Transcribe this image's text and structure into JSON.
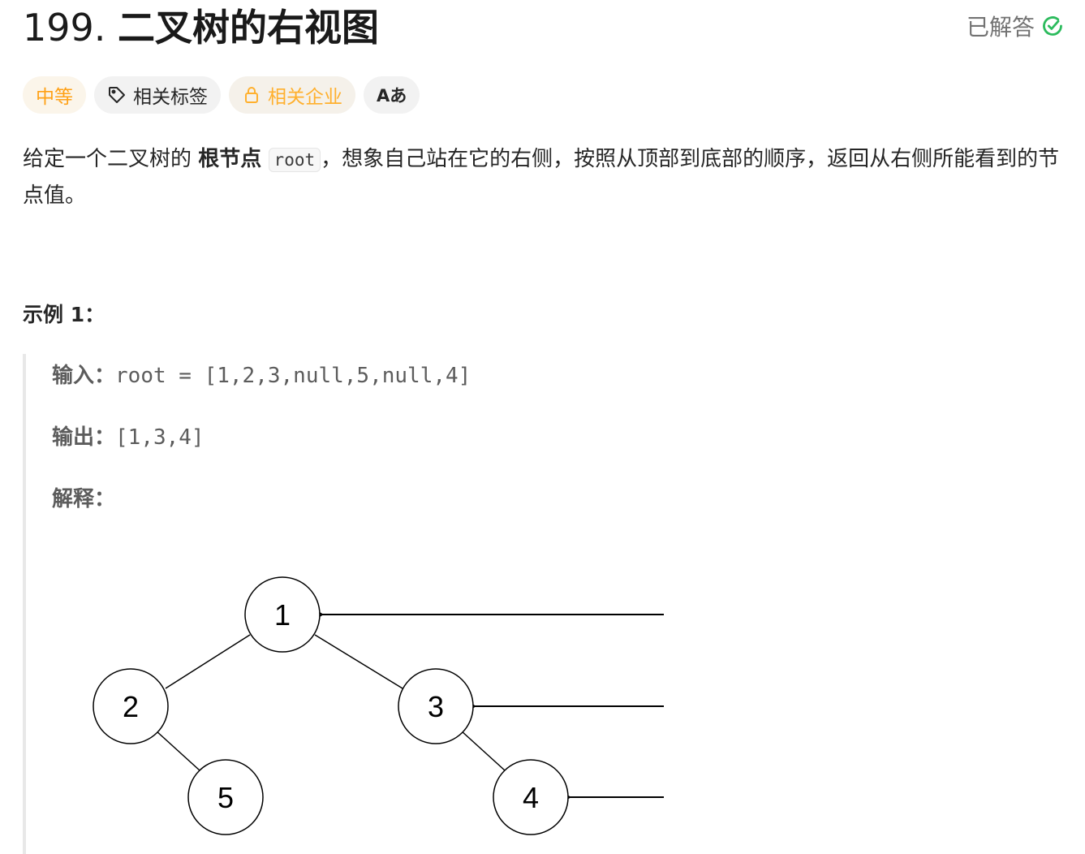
{
  "problem": {
    "number": "199.",
    "name": "二叉树的右视图",
    "status": "已解答"
  },
  "tags": {
    "difficulty": "中等",
    "related_tags": "相关标签",
    "related_companies": "相关企业",
    "translate": "Aあ"
  },
  "description": {
    "part1": "给定一个二叉树的 ",
    "bold": "根节点",
    "code": "root",
    "part2": "，想象自己站在它的右侧，按照从顶部到底部的顺序，返回从右侧所能看到的节点值。"
  },
  "example": {
    "title": "示例 1：",
    "input_label": "输入：",
    "input_value": "root = [1,2,3,null,5,null,4]",
    "output_label": "输出：",
    "output_value": "[1,3,4]",
    "explain_label": "解释："
  },
  "tree": {
    "nodes": [
      "1",
      "2",
      "3",
      "5",
      "4"
    ]
  },
  "colors": {
    "accent_difficulty": "#ffa116",
    "accent_company": "#ffb02e",
    "solved_check": "#2cbb5d"
  }
}
